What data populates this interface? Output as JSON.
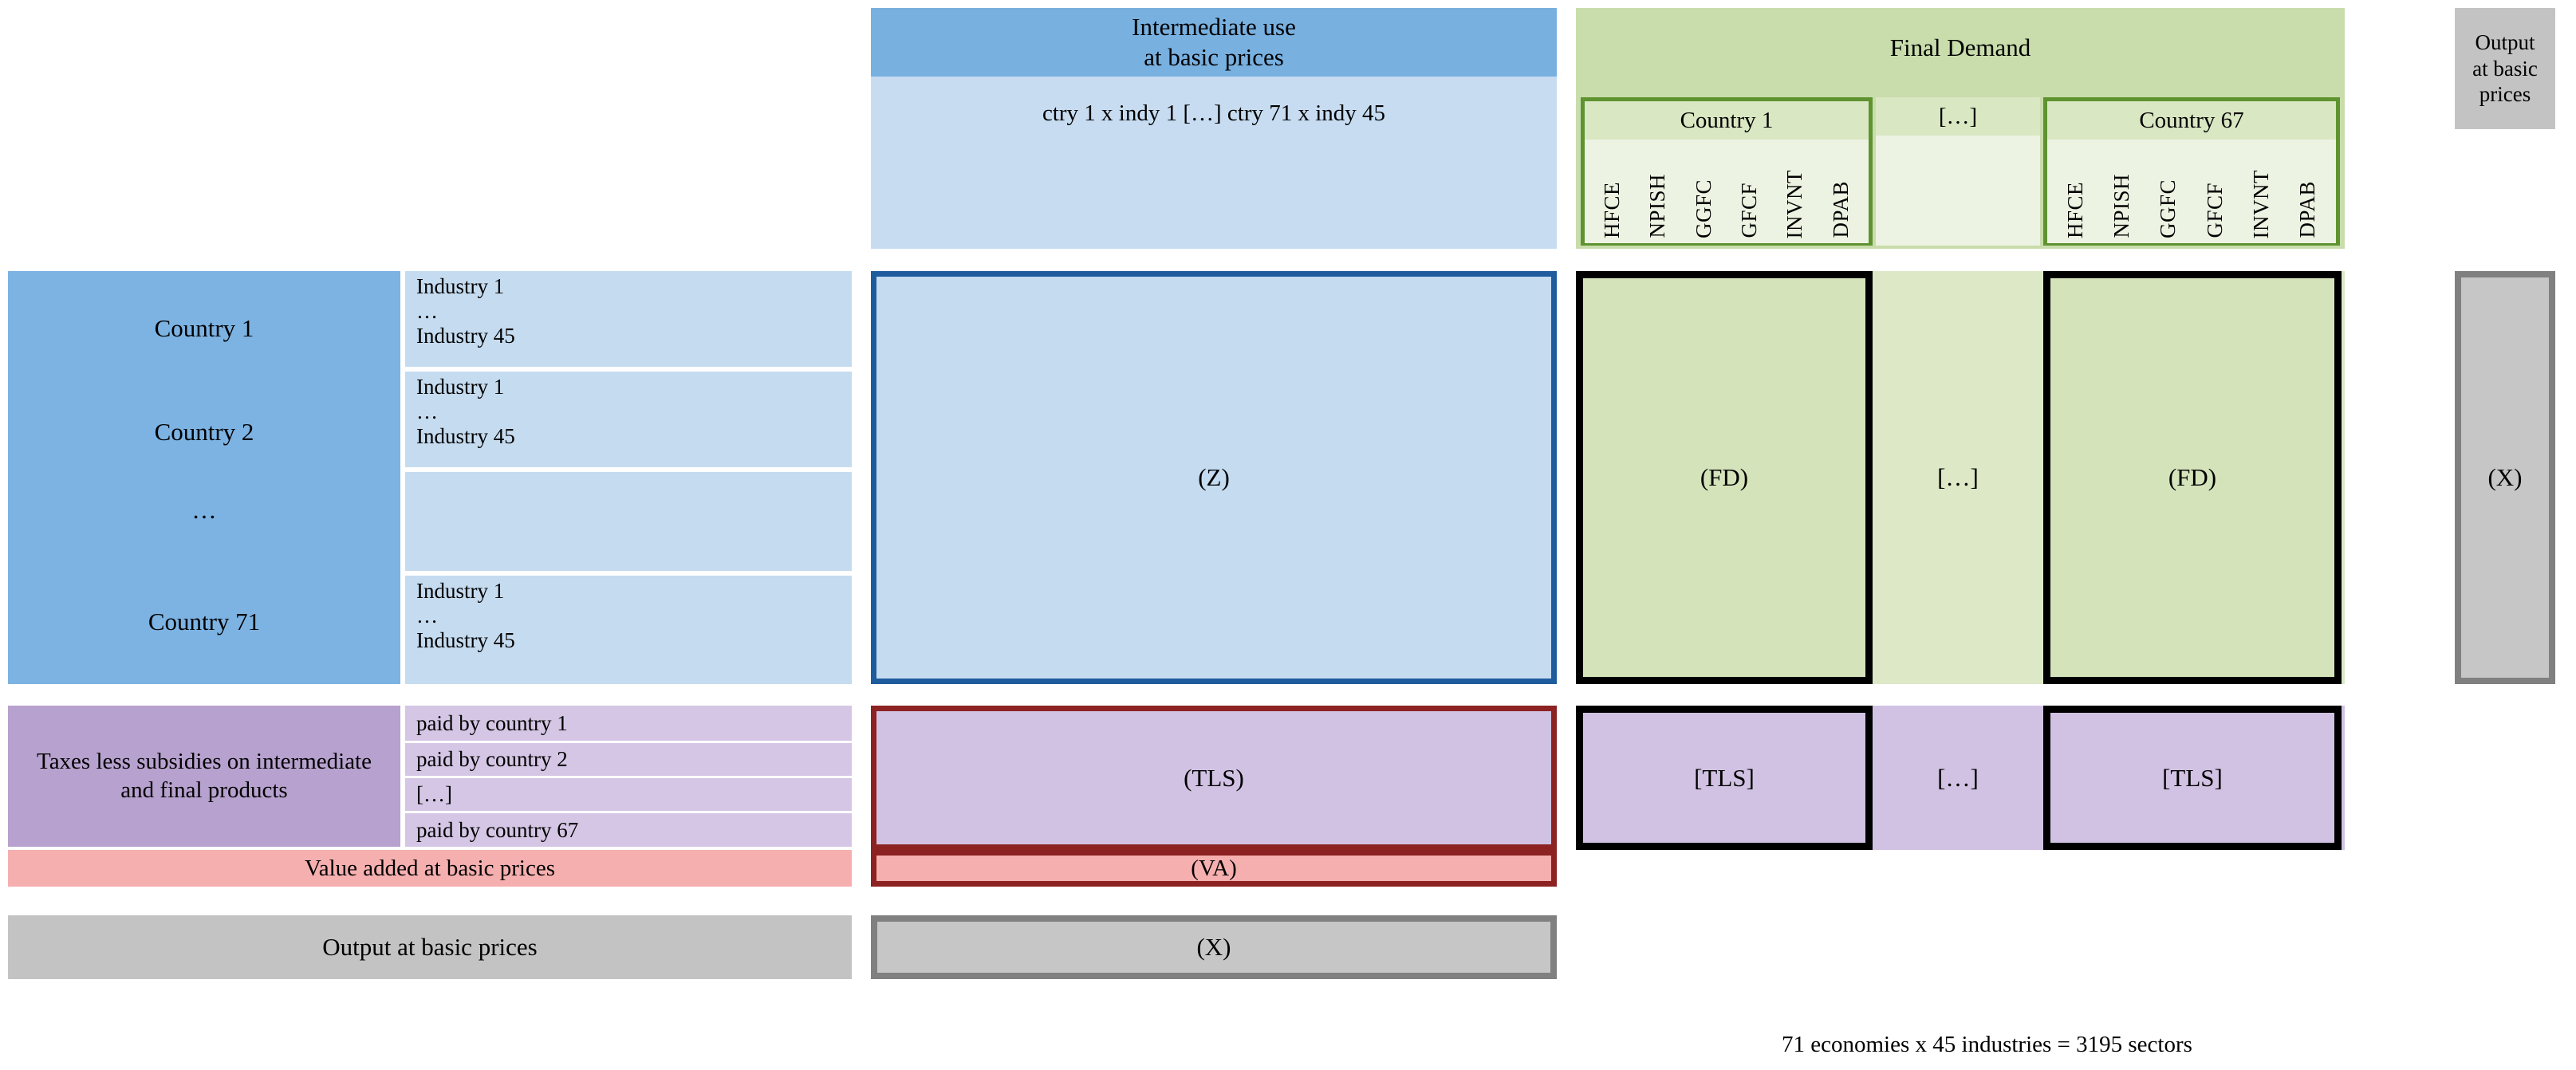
{
  "diagram": {
    "title_intermediate": "Intermediate use\nat basic prices",
    "intermediate_line1": "Intermediate use",
    "intermediate_line2": "at basic prices",
    "intermediate_cols": "ctry 1 x indy 1  […]  ctry 71 x indy 45",
    "final_demand_title": "Final Demand",
    "output_header": "Output\nat basic\nprices",
    "output_header_l1": "Output",
    "output_header_l2": "at basic",
    "output_header_l3": "prices",
    "ellipsis": "[…]",
    "ellipsis_plain": "…"
  },
  "fd_groups": [
    {
      "country": "Country 1",
      "components": [
        "HFCE",
        "NPISH",
        "GGFC",
        "GFCF",
        "INVNT",
        "DPAB"
      ]
    },
    {
      "country": "Country 67",
      "components": [
        "HFCE",
        "NPISH",
        "GGFC",
        "GFCF",
        "INVNT",
        "DPAB"
      ]
    }
  ],
  "row_groups": [
    {
      "country": "Country 1",
      "industries": [
        "Industry 1",
        "…",
        "Industry 45"
      ]
    },
    {
      "country": "Country 2",
      "industries": [
        "Industry 1",
        "…",
        "Industry 45"
      ]
    },
    {
      "country": "…",
      "industries": []
    },
    {
      "country": "Country 71",
      "industries": [
        "Industry 1",
        "…",
        "Industry 45"
      ]
    }
  ],
  "tls_block": {
    "label": "Taxes less subsidies on intermediate and final products",
    "rows": [
      "paid by country 1",
      "paid by country 2",
      "[…]",
      "paid by country 67"
    ]
  },
  "va_block": {
    "label": "Value added at basic prices"
  },
  "output_row": {
    "label": "Output at basic prices"
  },
  "cells": {
    "z": "(Z)",
    "fd_1": "(FD)",
    "fd_mid": "[…]",
    "fd_67": "(FD)",
    "x_right": "(X)",
    "tls_main": "(TLS)",
    "tls_fd_1": "[TLS]",
    "tls_fd_mid": "[…]",
    "tls_fd_67": "[TLS]",
    "va_main": "(VA)",
    "x_bottom": "(X)"
  },
  "footnote": "71 economies x 45 industries = 3195 sectors",
  "colors": {
    "blue_dark": "#7CB3E3",
    "blue_light": "#C5DBF0",
    "green_header": "#C9DDAC",
    "green_body": "#D5E3BB",
    "purple_dark": "#B7A1CE",
    "purple_light": "#D4C6E4",
    "pink": "#F6AFAF",
    "grey": "#C3C3C3",
    "border_blue": "#1F5C9E",
    "border_red": "#8C2222",
    "border_green": "#5E9330",
    "border_black": "#000000",
    "border_grey": "#808080"
  }
}
